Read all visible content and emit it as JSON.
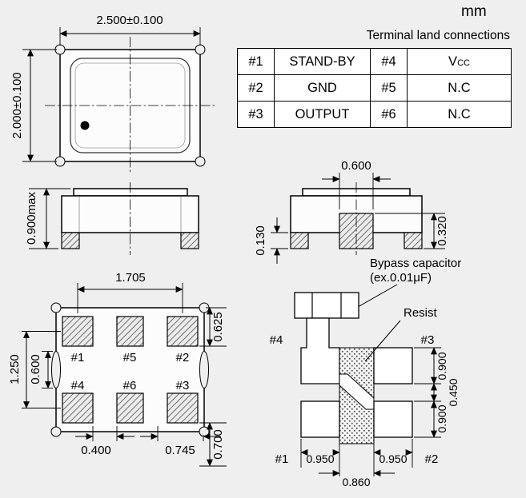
{
  "units_label": "mm",
  "terminal_table": {
    "title": "Terminal land connections",
    "rows": [
      {
        "pin_a": "#1",
        "name_a": "STAND-BY",
        "pin_b": "#4",
        "name_b_main": "V",
        "name_b_sub": "CC"
      },
      {
        "pin_a": "#2",
        "name_a": "GND",
        "pin_b": "#5",
        "name_b": "N.C"
      },
      {
        "pin_a": "#3",
        "name_a": "OUTPUT",
        "pin_b": "#6",
        "name_b": "N.C"
      }
    ]
  },
  "top_view": {
    "width_dim": "2.500±0.100",
    "height_dim": "2.000±0.100"
  },
  "front_view": {
    "height_dim": "0.900max"
  },
  "side_view": {
    "center_pad_width_dim": "0.600",
    "pad_thickness_dim": "0.130",
    "center_pad_height_dim": "0.320"
  },
  "bottom_view": {
    "pad_span_dim": "1.705",
    "pad_top_offset_dim": "0.625",
    "pad_row_pitch_dim": "1.250",
    "castellation_dim": "0.600",
    "pad_gap_dim": "0.400",
    "pad_edge_dim": "0.745",
    "pad_bottom_offset_dim": "0.700",
    "pad_labels": [
      "#1",
      "#5",
      "#2",
      "#4",
      "#6",
      "#3"
    ]
  },
  "land_pattern": {
    "bypass_line1": "Bypass capacitor",
    "bypass_line2": "(ex.0.01μF)",
    "resist_label": "Resist",
    "pad_labels": {
      "p1": "#1",
      "p2": "#2",
      "p3": "#3",
      "p4": "#4"
    },
    "pad3_height_dim": "0.900",
    "mid_gap_dim": "0.450",
    "pad2_height_dim": "0.900",
    "pad1_width_dim": "0.950",
    "pad2_width_dim": "0.950",
    "center_width_dim": "0.860"
  }
}
